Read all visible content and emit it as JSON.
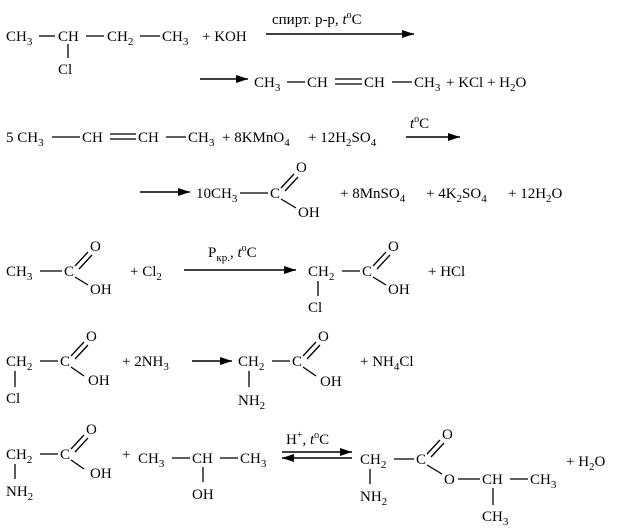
{
  "reactions": [
    {
      "id": "r1",
      "reactant_1": "CH3–CH(Cl)–CH2–CH3",
      "reactant_2": "KOH",
      "condition": "спирт. р-р, t°C",
      "products": "CH3–CH=CH–CH3 + KCl + H2O"
    },
    {
      "id": "r2",
      "reactants": "5 CH3–CH=CH–CH3 + 8KMnO4 + 12H2SO4",
      "condition": "t°C",
      "products": "10CH3–C(=O)OH + 8MnSO4 + 4K2SO4 + 12H2O"
    },
    {
      "id": "r3",
      "reactants": "CH3–C(=O)OH + Cl2",
      "condition": "Pкр., t°C",
      "products": "Cl–CH2–C(=O)OH + HCl"
    },
    {
      "id": "r4",
      "reactants": "Cl–CH2–C(=O)OH + 2NH3",
      "products": "NH2–CH2–C(=O)OH + NH4Cl"
    },
    {
      "id": "r5",
      "reactants": "NH2–CH2–C(=O)OH + CH3–CH(OH)–CH3",
      "condition": "H+, t°C",
      "arrow": "reversible",
      "products": "NH2–CH2–C(=O)O–CH(CH3)–CH3 + H2O"
    }
  ],
  "labels": {
    "r1_cond_text": "спирт. р-р, ",
    "t": "t",
    "deg_C": "C",
    "o_sup": "o",
    "plus": "+",
    "koh": "+ KOH",
    "kcl_h2o_pre": "+ KCl + H",
    "o_letter": "O",
    "oh": "OH",
    "cl": "Cl",
    "ch": "CH",
    "c": "C",
    "ch2_sub": "2",
    "ch3_sub": "3",
    "r2_coef": "5 CH",
    "r2_kmno4": "+ 8KMnO",
    "r2_h2so4": "+ 12H",
    "r2_so": "SO",
    "r2_prod_coef": "10CH",
    "r2_mnso4": "+ 8MnSO",
    "r2_k2so4": "+ 4K",
    "r2_h2o": "+ 12H",
    "r3_cl2": "+ Cl",
    "r3_cond": "P",
    "r3_cond_sub": "кр.",
    "r3_hcl": "+ HCl",
    "r4_nh3": "+ 2NH",
    "r4_nh4cl": "+ NH",
    "r4_cl_tail": "Cl",
    "nh": "NH",
    "r5_cond": "H",
    "r5_plus_sup": "+",
    "r5_h2o": "+ H",
    "four": "4",
    "two": "2"
  }
}
